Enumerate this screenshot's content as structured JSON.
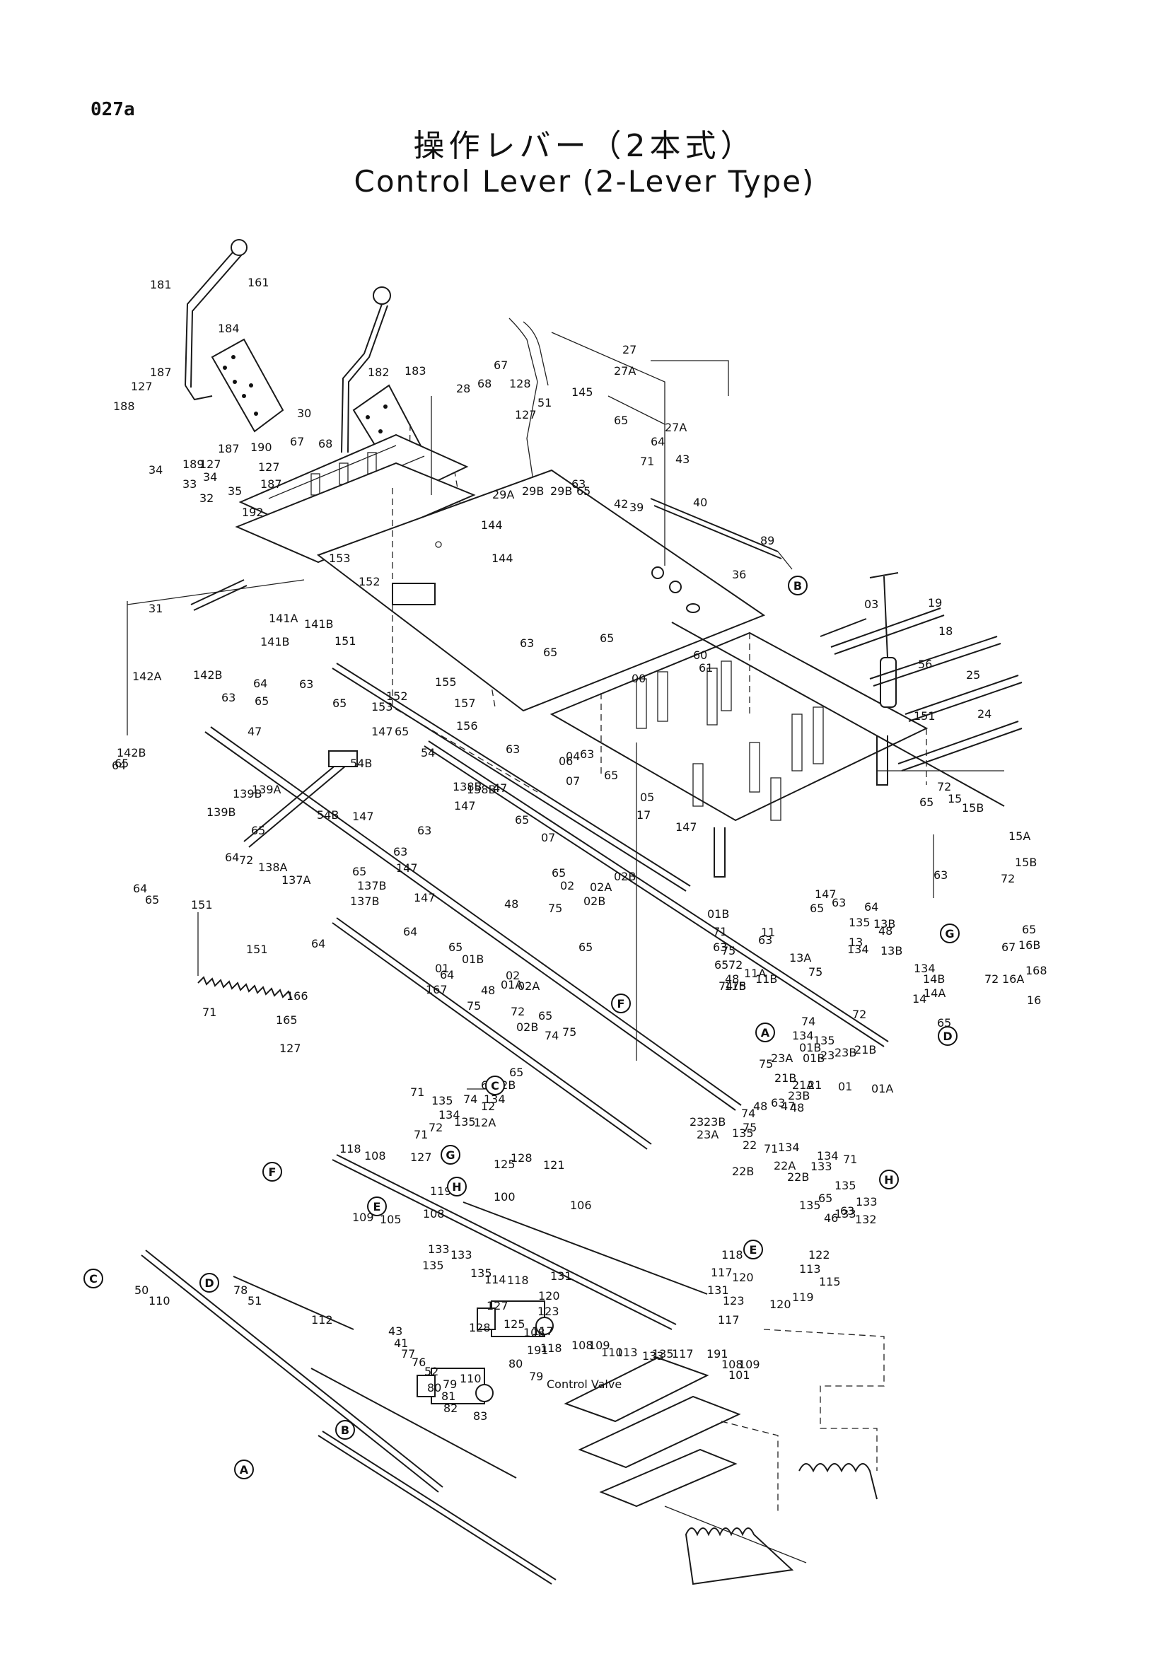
{
  "header": {
    "page_code": "027a",
    "title_ja": "操作レバー（2本式）",
    "title_en": "Control Lever (2-Lever Type)"
  },
  "callouts": [
    "161",
    "181",
    "184",
    "187",
    "127",
    "188",
    "182",
    "183",
    "28",
    "68",
    "67",
    "128",
    "145",
    "51",
    "127",
    "27",
    "27A",
    "27A",
    "30",
    "189",
    "127",
    "187",
    "190",
    "67",
    "68",
    "127",
    "187",
    "34",
    "33",
    "34",
    "32",
    "35",
    "192",
    "65",
    "64",
    "71",
    "43",
    "29A",
    "29B",
    "63",
    "29B",
    "65",
    "42",
    "39",
    "40",
    "89",
    "144",
    "144",
    "152",
    "153",
    "31",
    "63",
    "65",
    "36",
    "141A",
    "141B",
    "141B",
    "151",
    "142A",
    "142B",
    "64",
    "65",
    "63",
    "63",
    "65",
    "152",
    "153",
    "155",
    "157",
    "156",
    "65",
    "60",
    "61",
    "03",
    "19",
    "18",
    "56",
    "25",
    "24",
    "00",
    "06",
    "04",
    "07",
    "151",
    "63",
    "65",
    "65",
    "64",
    "142B",
    "47",
    "147",
    "63",
    "65",
    "54B",
    "54",
    "47",
    "147",
    "54B",
    "139B",
    "139A",
    "139B",
    "65",
    "64",
    "72",
    "138A",
    "138B",
    "147",
    "138B",
    "63",
    "65",
    "07",
    "05",
    "17",
    "147",
    "63",
    "65",
    "147",
    "64",
    "65",
    "151",
    "137A",
    "137B",
    "147",
    "64",
    "151",
    "137B",
    "65",
    "02",
    "02A",
    "02B",
    "02B",
    "72",
    "65",
    "15",
    "15B",
    "15A",
    "15B",
    "72",
    "63",
    "48",
    "75",
    "65",
    "64",
    "147",
    "63",
    "65",
    "135",
    "134",
    "48",
    "13",
    "13A",
    "13B",
    "13B",
    "72",
    "74",
    "63",
    "64",
    "65",
    "01",
    "01B",
    "01A",
    "01B",
    "71",
    "75",
    "11",
    "11A",
    "11B",
    "11B",
    "72",
    "63",
    "65",
    "48",
    "74",
    "75",
    "65",
    "67",
    "16B",
    "72",
    "168",
    "16A",
    "16",
    "75",
    "134",
    "14B",
    "14A",
    "14",
    "65",
    "71",
    "166",
    "165",
    "127",
    "167",
    "64",
    "48",
    "75",
    "02",
    "02A",
    "02B",
    "72",
    "65",
    "74",
    "75",
    "134",
    "135",
    "23",
    "23B",
    "21B",
    "23A",
    "75",
    "21",
    "21B",
    "21A",
    "48",
    "63",
    "01",
    "01A",
    "01B",
    "01B",
    "71",
    "135",
    "134",
    "135",
    "134",
    "12A",
    "12B",
    "12",
    "64",
    "65",
    "74",
    "72",
    "71",
    "47",
    "48",
    "74",
    "75",
    "23",
    "23B",
    "23A",
    "23B",
    "71",
    "134",
    "135",
    "22",
    "22B",
    "22A",
    "22B",
    "134",
    "71",
    "133",
    "135",
    "63",
    "133",
    "135",
    "65",
    "46",
    "133",
    "132",
    "118",
    "117",
    "131",
    "120",
    "123",
    "122",
    "113",
    "115",
    "120",
    "119",
    "117",
    "118",
    "108",
    "127",
    "128",
    "125",
    "121",
    "119",
    "109",
    "105",
    "108",
    "100",
    "106",
    "133",
    "135",
    "133",
    "135",
    "114",
    "118",
    "131",
    "120",
    "123",
    "127",
    "128",
    "125",
    "117",
    "118",
    "108",
    "191",
    "108",
    "109",
    "110",
    "113",
    "133",
    "135",
    "117",
    "191",
    "108",
    "109",
    "101",
    "50",
    "110",
    "78",
    "51",
    "112",
    "43",
    "41",
    "77",
    "76",
    "52",
    "110",
    "79",
    "80",
    "81",
    "82",
    "83",
    "80",
    "79",
    "Control Valve"
  ],
  "reference_markers": [
    "A",
    "B",
    "C",
    "D",
    "E",
    "F",
    "G",
    "H"
  ]
}
